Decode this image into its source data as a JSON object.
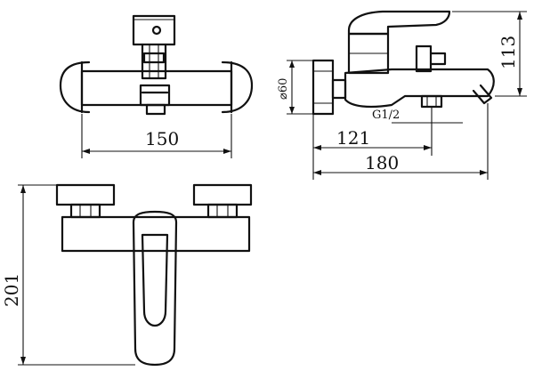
{
  "drawing": {
    "top_view": {
      "dim_width": "150"
    },
    "side_view": {
      "dim_height": "113",
      "dim_diameter": "⌀60",
      "dim_thread": "G1/2",
      "dim_centre_to_end": "121",
      "dim_overall_depth": "180"
    },
    "front_view": {
      "dim_height": "201"
    }
  }
}
